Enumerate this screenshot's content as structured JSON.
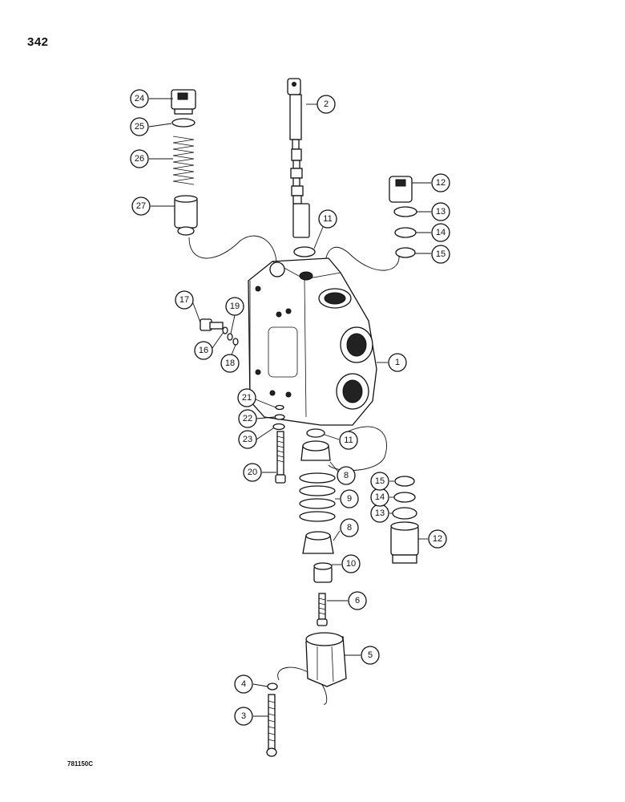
{
  "page_number": "342",
  "figure_code": "781150C",
  "callouts": [
    "1",
    "2",
    "3",
    "4",
    "5",
    "6",
    "8",
    "8",
    "9",
    "10",
    "11",
    "11",
    "12",
    "12",
    "13",
    "13",
    "14",
    "14",
    "15",
    "15",
    "16",
    "17",
    "18",
    "19",
    "20",
    "21",
    "22",
    "23",
    "24",
    "25",
    "26",
    "27"
  ]
}
